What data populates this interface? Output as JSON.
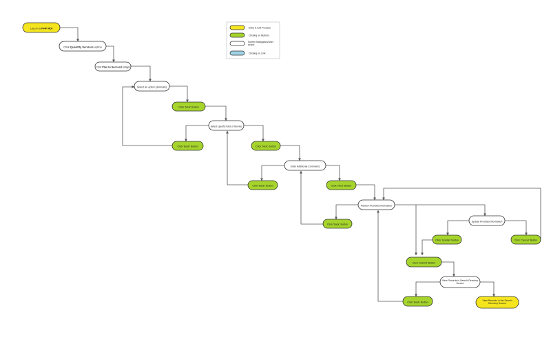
{
  "colors": {
    "yellow": "#f5e51f",
    "green": "#a6d42c",
    "white": "#ffffff",
    "blue": "#9fd3e6",
    "stroke": "#333333",
    "line": "#555555"
  },
  "legend": [
    {
      "label": "Entry & Exit Process",
      "color": "yellow"
    },
    {
      "label": "Clicking on Buttons",
      "color": "green"
    },
    {
      "label": "Screen Navigation/User action",
      "color": "white"
    },
    {
      "label": "Clicking on Link",
      "color": "blue"
    }
  ],
  "nodes": {
    "n1": {
      "pre": "Log in to ",
      "bold": "PHP RDI",
      "post": ""
    },
    "n2": {
      "pre": "Click ",
      "bold": "Quantity Services",
      "post": " option"
    },
    "n3": {
      "pre": "Click ",
      "bold": "Plan to Succeed",
      "post": " widget"
    },
    "n4": {
      "pre": "Select an option (Animals)",
      "bold": "",
      "post": ""
    },
    "n5": {
      "pre": "Click 'Next' Button",
      "bold": "",
      "post": ""
    },
    "n6": {
      "pre": "Select specific Kind of Service",
      "bold": "",
      "post": ""
    },
    "n7": {
      "pre": "Click 'Back' Button",
      "bold": "",
      "post": ""
    },
    "n8": {
      "pre": "Click 'Next' Button",
      "bold": "",
      "post": ""
    },
    "n9": {
      "pre": "Enter Additional Comments",
      "bold": "",
      "post": ""
    },
    "n10": {
      "pre": "Click 'Back' Button",
      "bold": "",
      "post": ""
    },
    "n11": {
      "pre": "Click 'Next' Button",
      "bold": "",
      "post": ""
    },
    "n12": {
      "pre": "Review Provided Information",
      "bold": "",
      "post": ""
    },
    "n13": {
      "pre": "Click 'Back' Button",
      "bold": "",
      "post": ""
    },
    "n14": {
      "pre": "Update Provided Information",
      "bold": "",
      "post": ""
    },
    "n15": {
      "pre": "Click 'Update' Button",
      "bold": "",
      "post": ""
    },
    "n16": {
      "pre": "Click 'Cancel' Button",
      "bold": "",
      "post": ""
    },
    "n17": {
      "pre": "Click 'Submit' Button",
      "bold": "",
      "post": ""
    },
    "n18": {
      "pre": "View Records in Search Directory Screen",
      "bold": "",
      "post": ""
    },
    "n19": {
      "pre": "Click 'Back' Button",
      "bold": "",
      "post": ""
    },
    "n20": {
      "pre": "View Records in the Search Directory Screen",
      "bold": "",
      "post": ""
    }
  }
}
